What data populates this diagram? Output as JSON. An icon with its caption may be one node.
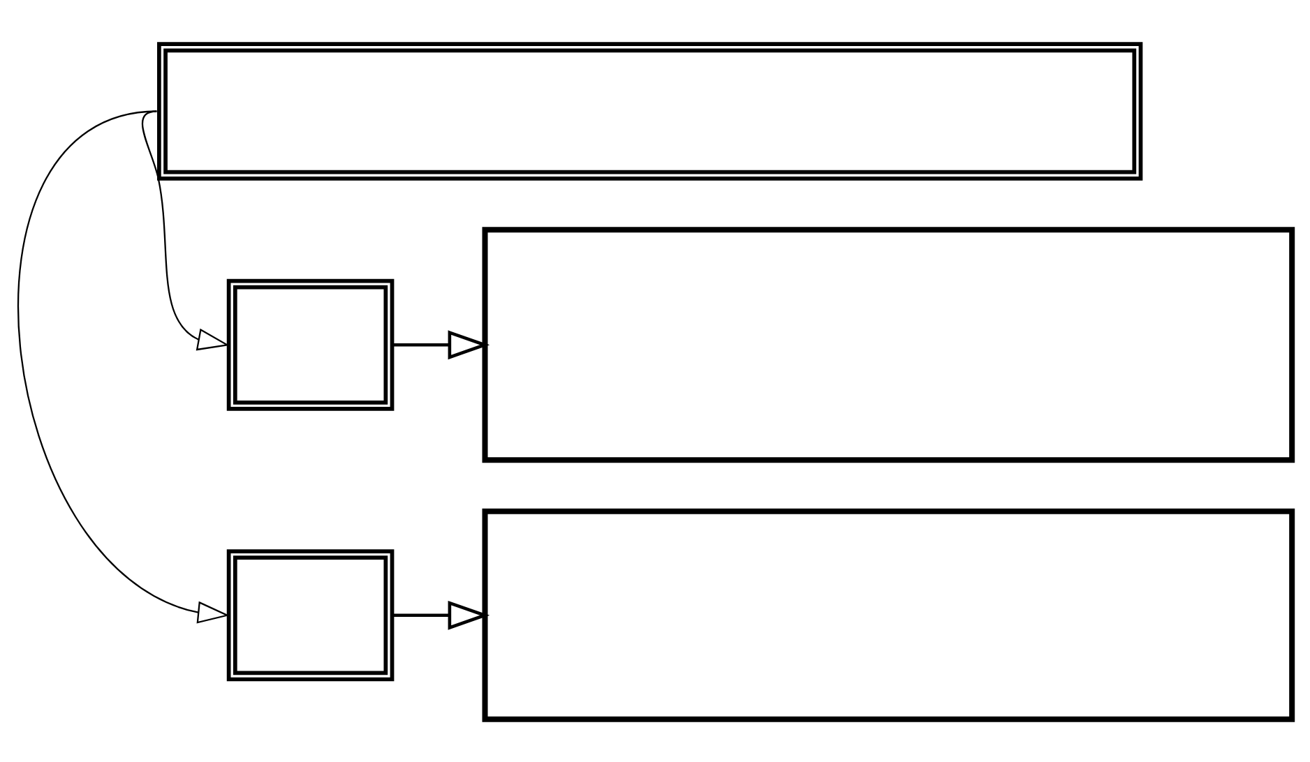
{
  "diagram": {
    "nodes": [
      {
        "text": [],
        "shape": "box"
      },
      {
        "text": [],
        "shape": "box"
      },
      {
        "text": [],
        "shape": "box"
      },
      {
        "text": [],
        "shape": "box"
      },
      {
        "text": [],
        "shape": "box"
      }
    ],
    "edges": [
      {
        "from": 0,
        "to": 1,
        "arrow": "to"
      },
      {
        "from": 0,
        "to": 3,
        "arrow": "to"
      },
      {
        "from": 1,
        "to": 2,
        "arrow": "to"
      },
      {
        "from": 3,
        "to": 4,
        "arrow": "to"
      }
    ]
  }
}
